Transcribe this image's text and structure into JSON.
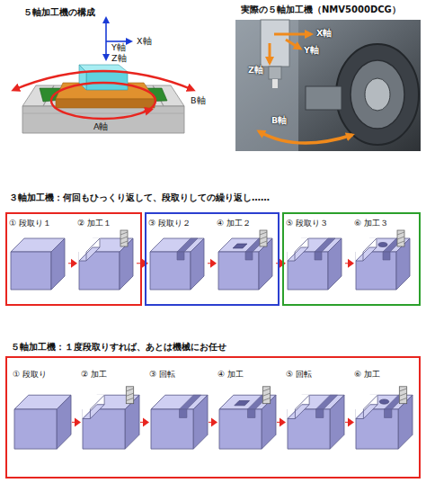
{
  "diagram": {
    "nodes": [
      {
        "text": []
      },
      {
        "text": [
          "① 段取り１"
        ],
        "in": 0
      },
      {
        "text": [
          "② 加工１"
        ],
        "in": 0
      },
      {
        "text": []
      },
      {
        "text": [
          "③ 段取り２"
        ],
        "in": 3
      },
      {
        "text": [
          "④ 加工２"
        ],
        "in": 3
      },
      {
        "text": []
      },
      {
        "text": [
          "⑤ 段取り３"
        ],
        "in": 6
      },
      {
        "text": [
          "⑥ 加工３"
        ],
        "in": 6
      },
      {
        "text": [
          "５軸加工機：１度段取りすれば、あとは機械にお任せ"
        ]
      },
      {
        "text": [
          "① 段取り"
        ],
        "in": 9
      },
      {
        "text": [
          "② 加工"
        ],
        "in": 9
      },
      {
        "text": [
          "③ 回転"
        ],
        "in": 9
      },
      {
        "text": [
          "④ 加工"
        ],
        "in": 9
      },
      {
        "text": [
          "⑤ 回転"
        ],
        "in": 9
      },
      {
        "text": [
          "⑥ 加工"
        ],
        "in": 9
      }
    ],
    "edges": [
      {
        "from": 1,
        "to": 2,
        "arrow": "to"
      },
      {
        "from": 2,
        "to": 4,
        "arrow": "to"
      },
      {
        "from": 4,
        "to": 5,
        "arrow": "to"
      },
      {
        "from": 5,
        "to": 7,
        "arrow": "to"
      },
      {
        "from": 7,
        "to": 8,
        "arrow": "to"
      },
      {
        "from": 10,
        "to": 11,
        "arrow": "to"
      },
      {
        "from": 11,
        "to": 12,
        "arrow": "to"
      },
      {
        "from": 12,
        "to": 13,
        "arrow": "to"
      },
      {
        "from": 13,
        "to": 14,
        "arrow": "to"
      },
      {
        "from": 14,
        "to": 15,
        "arrow": "to"
      }
    ],
    "labels": [
      "５軸加工機の構成",
      "X軸",
      "Y軸",
      "Z軸",
      "A軸",
      "B軸",
      "実際の５軸加工機（NMV5000DCG）",
      "X軸",
      "Y軸",
      "Z軸",
      "B軸",
      "３軸加工機：何回もひっくり返して、段取りしての繰り返し……"
    ]
  }
}
